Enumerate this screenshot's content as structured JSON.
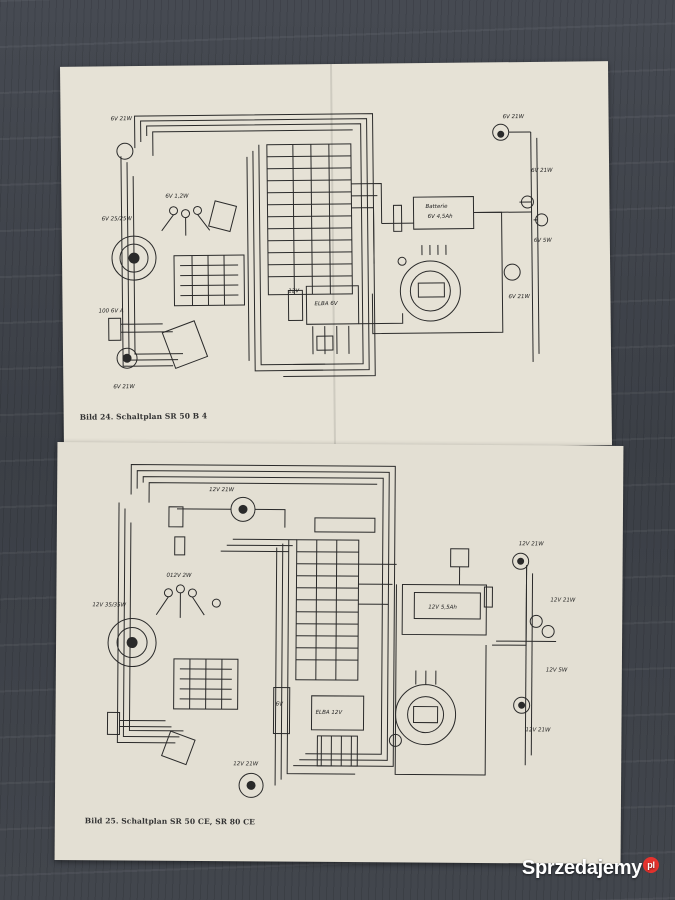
{
  "top_sheet": {
    "caption": "Bild 24. Schaltplan SR 50 B 4",
    "labels": {
      "l1": "6V 21W",
      "l2": "6V 1,2W",
      "l3": "6V 25/25W",
      "l4": "100 6V A",
      "l5": "6V 21W",
      "l6": "6V 21W",
      "l7": "6V 21W",
      "l8": "6V 5W",
      "l9": "6V 21W",
      "l10": "Batterie",
      "l11": "6V 4,5Ah",
      "l12": "ELBA 6V",
      "l13": "12V"
    }
  },
  "bottom_sheet": {
    "caption": "Bild 25. Schaltplan SR 50 CE, SR 80 CE",
    "labels": {
      "l1": "12V 21W",
      "l2": "012V 2W",
      "l3": "12V 35/35W",
      "l4": "12V 21W",
      "l5": "12V 5,5Ah",
      "l6": "12V 21W",
      "l7": "12V 5W",
      "l8": "12V 21W",
      "l9": "ELBA 12V",
      "l10": "12V 21W",
      "l11": "6V"
    }
  },
  "watermark": {
    "text": "Sprzedajemy",
    "dot_text": "pl"
  },
  "colors": {
    "paper": "#e6e2d6",
    "ink": "#2a2a2a",
    "table": "#3f434a",
    "brand": "#e5322d"
  }
}
